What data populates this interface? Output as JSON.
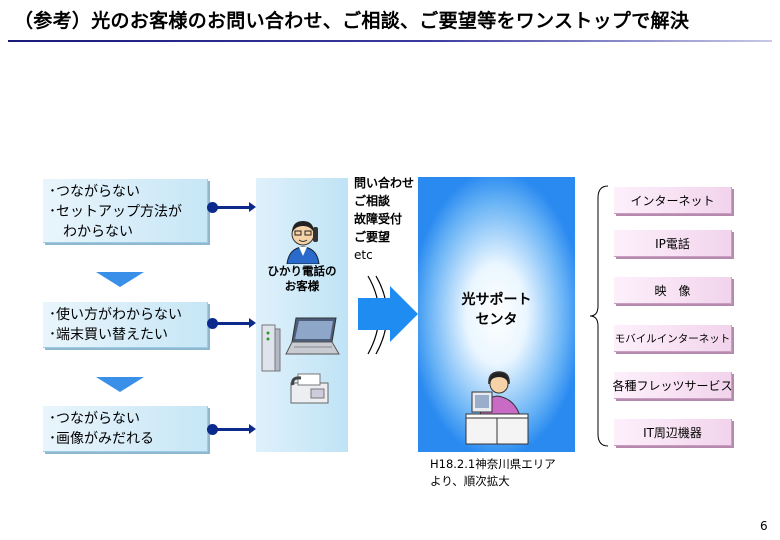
{
  "title": "（参考）光のお客様のお問い合わせ、ご相談、ご要望等をワンストップで解決",
  "issues": [
    {
      "lines": [
        "･つながらない",
        "･セットアップ方法が",
        "　わからない"
      ]
    },
    {
      "lines": [
        "･使い方がわからない",
        "･端末買い替えたい"
      ]
    },
    {
      "lines": [
        "･つながらない",
        "･画像がみだれる"
      ]
    }
  ],
  "customer": {
    "line1": "ひかり電話の",
    "line2": "お客様"
  },
  "inquiry_types": [
    "問い合わせ",
    "ご相談",
    "故障受付",
    "ご要望",
    "etc"
  ],
  "center": {
    "line1": "光サポート",
    "line2": "センタ"
  },
  "rollout_note": {
    "line1": "H18.2.1神奈川県エリア",
    "line2": "より、順次拡大"
  },
  "services": [
    "インターネット",
    "IP電話",
    "映　像",
    "モバイルインターネット",
    "各種フレッツサービス",
    "IT周辺機器"
  ],
  "page_number": "6",
  "colors": {
    "arrow_blue": "#1e8cf0",
    "connector_navy": "#0b2a8c",
    "title_rule": "#1a1a7a"
  }
}
